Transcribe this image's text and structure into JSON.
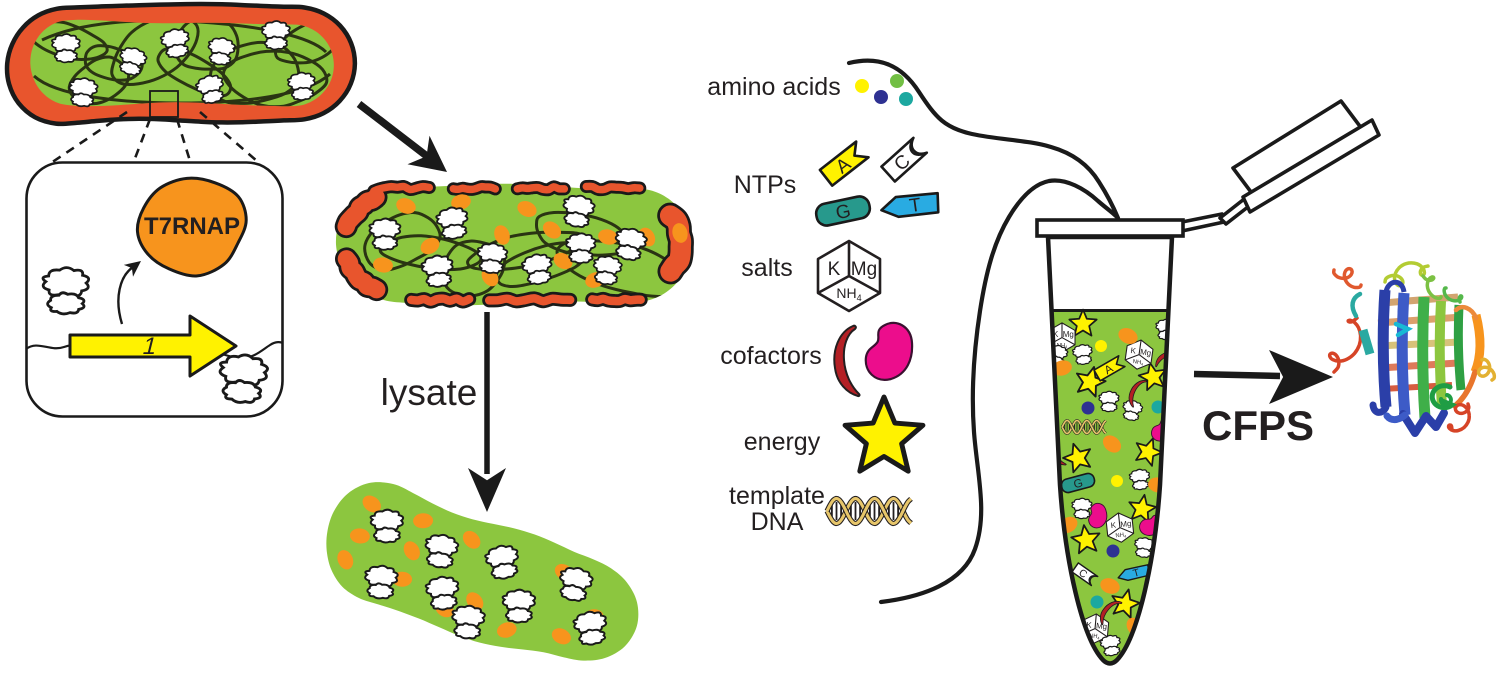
{
  "meta": {
    "description": "Schematic of cell-free protein synthesis (CFPS): an E. coli cell expressing T7RNAP is lysed; the lysate is combined with reagents in a reaction tube to synthesize GFP",
    "background": "#ffffff"
  },
  "palette": {
    "ink": "#231F20",
    "line": "#1A1A1A",
    "membrane_orange": "#E8552D",
    "cytoplasm_green": "#8CC63F",
    "protein_orange": "#F7941D",
    "yellow": "#FFF200",
    "navy": "#2E3192",
    "dot_green": "#72BF44",
    "teal": "#1CA8A0",
    "capsule_teal": "#27998C",
    "blue": "#29ABE2",
    "dark_red": "#B42025",
    "magenta": "#EC0D8C",
    "dna_gold": "#E7C66B",
    "tangle": "#2A3413"
  },
  "inset": {
    "t7rnap_label": "T7RNAP",
    "gene_label": "1"
  },
  "labels": {
    "lysate": "lysate",
    "cfps": "CFPS"
  },
  "reagents": {
    "amino_acids": "amino acids",
    "ntps": "NTPs",
    "salts": "salts",
    "cofactors": "cofactors",
    "energy": "energy",
    "template_line1": "template",
    "template_line2": "DNA"
  },
  "ntp_letters": {
    "a": "A",
    "c": "C",
    "g": "G",
    "t": "T"
  },
  "salt_cube": {
    "k": "K",
    "mg": "Mg",
    "nh": "NH",
    "sub": "4"
  }
}
